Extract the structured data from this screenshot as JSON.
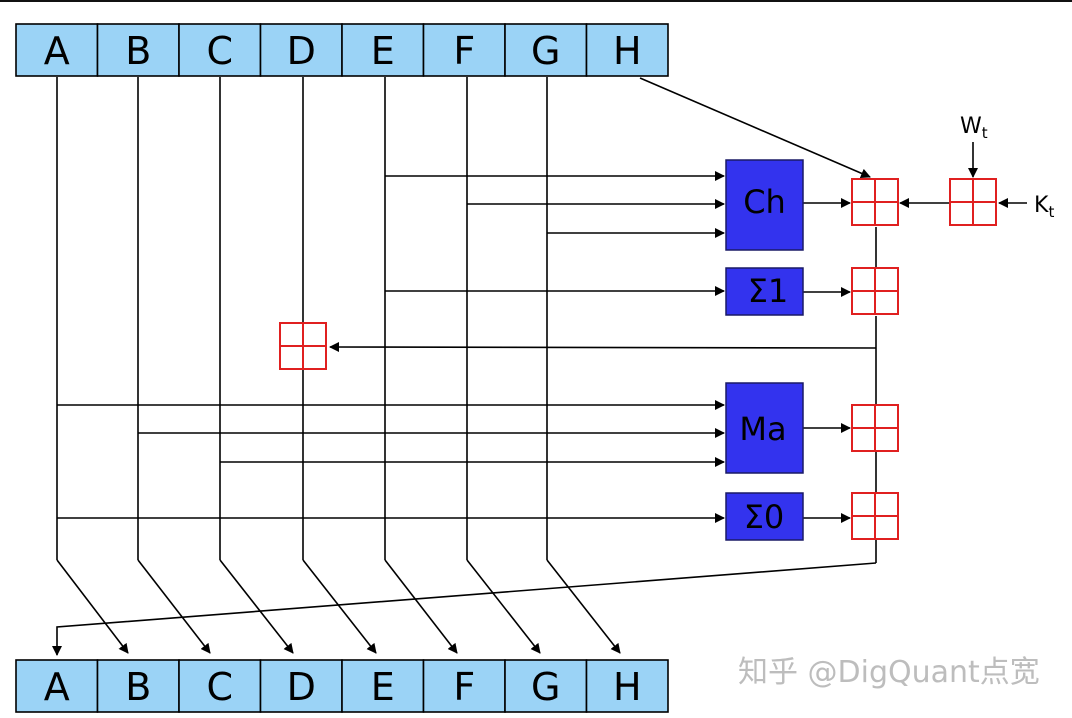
{
  "registers_top": [
    "A",
    "B",
    "C",
    "D",
    "E",
    "F",
    "G",
    "H"
  ],
  "registers_bottom": [
    "A",
    "B",
    "C",
    "D",
    "E",
    "F",
    "G",
    "H"
  ],
  "functions": {
    "ch": "Ch",
    "sigma1": "Σ1",
    "ma": "Ma",
    "sigma0": "Σ0"
  },
  "inputs": {
    "w": "W",
    "w_sub": "t",
    "k": "K",
    "k_sub": "t"
  },
  "watermark": "知乎 @DigQuant点宽",
  "colors": {
    "register_fill": "#9bd3f6",
    "function_fill": "#3333ee",
    "adder_stroke": "#e02020"
  }
}
